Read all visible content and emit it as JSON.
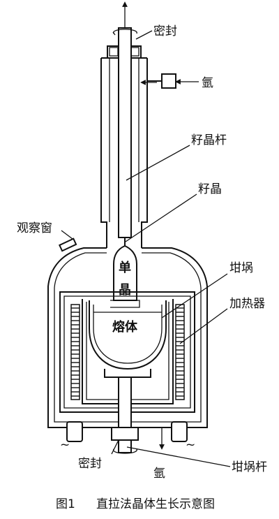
{
  "labels": {
    "seal_top": "密封",
    "argon_in": "氩",
    "seed_rod": "籽晶杆",
    "seed_crystal": "籽晶",
    "view_window": "观察窗",
    "single_crystal_1": "单",
    "single_crystal_2": "晶",
    "crucible": "坩埚",
    "heater": "加热器",
    "melt": "熔体",
    "seal_bottom": "密封",
    "argon_out": "氩",
    "crucible_rod": "坩埚杆",
    "tilde_left": "~",
    "tilde_right": "~"
  },
  "caption": {
    "figure_no": "图1",
    "title": "直拉法晶体生长示意图"
  }
}
